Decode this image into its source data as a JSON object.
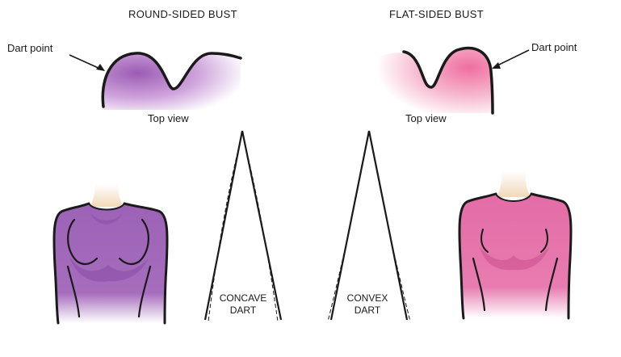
{
  "left": {
    "title": "ROUND-SIDED BUST",
    "dart_point": "Dart point",
    "top_view": "Top view",
    "dart_label_line1": "CONCAVE",
    "dart_label_line2": "DART",
    "color": "#a466b8"
  },
  "right": {
    "title": "FLAT-SIDED BUST",
    "dart_point": "Dart point",
    "top_view": "Top view",
    "dart_label_line1": "CONVEX",
    "dart_label_line2": "DART",
    "color": "#e56aa6"
  }
}
